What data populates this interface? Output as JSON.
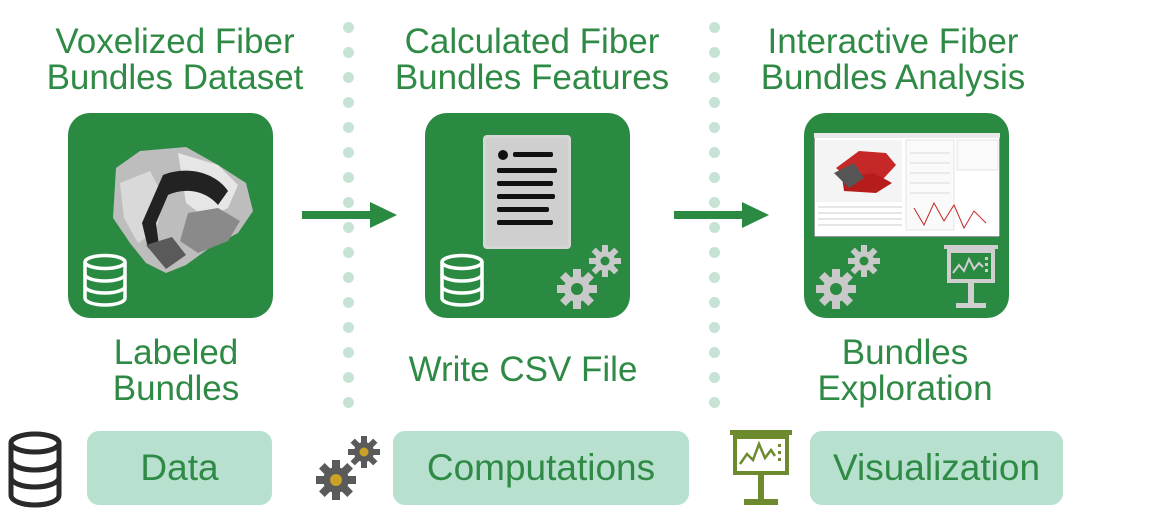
{
  "stages": [
    {
      "title": "Voxelized Fiber\nBundles Dataset",
      "caption": "Labeled\nBundles"
    },
    {
      "title": "Calculated Fiber\nBundles Features",
      "caption": "Write CSV File"
    },
    {
      "title": "Interactive Fiber\nBundles Analysis",
      "caption": "Bundles\nExploration"
    }
  ],
  "legend": [
    {
      "icon": "database-icon",
      "label": "Data"
    },
    {
      "icon": "gears-icon",
      "label": "Computations"
    },
    {
      "icon": "presentation-chart-icon",
      "label": "Visualization"
    }
  ],
  "colors": {
    "tile": "#2b8a42",
    "text": "#2f8a45",
    "pill": "#b7e0cf",
    "separator_dots": "#c6e3d6",
    "legend_board": "#6e8a2e"
  }
}
